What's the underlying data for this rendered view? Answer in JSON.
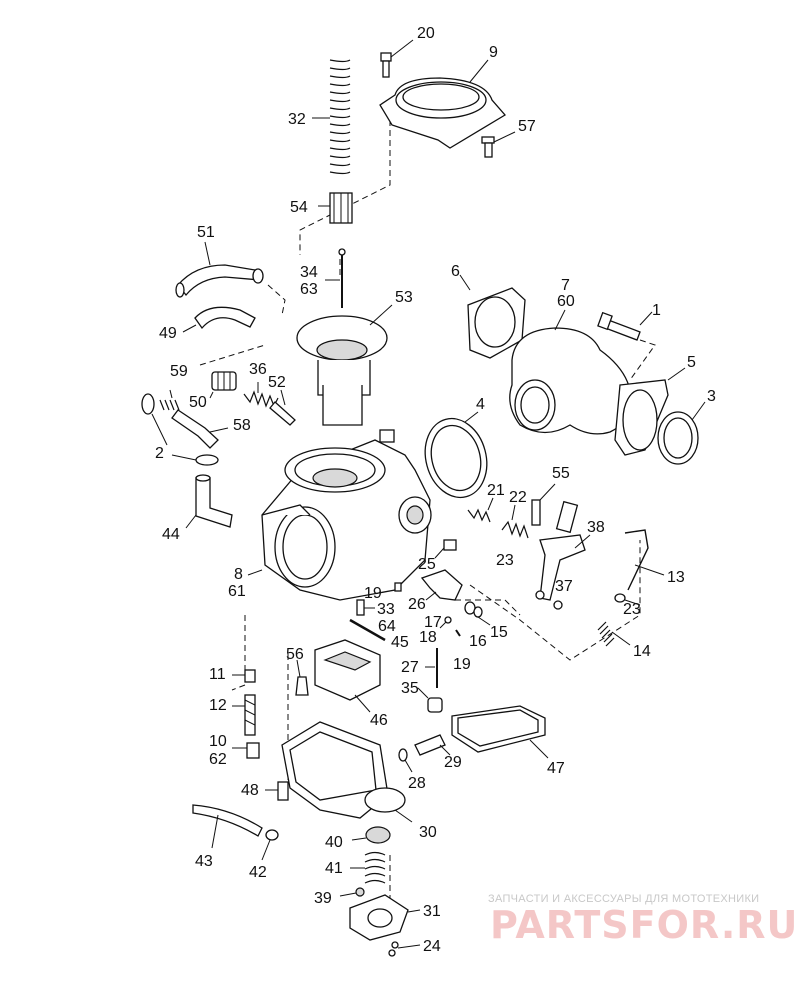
{
  "callouts": [
    {
      "id": "c20",
      "text": "20"
    },
    {
      "id": "c9",
      "text": "9"
    },
    {
      "id": "c32",
      "text": "32"
    },
    {
      "id": "c57",
      "text": "57"
    },
    {
      "id": "c54",
      "text": "54"
    },
    {
      "id": "c51",
      "text": "51"
    },
    {
      "id": "c34",
      "text": "34"
    },
    {
      "id": "c63a",
      "text": "63"
    },
    {
      "id": "c6",
      "text": "6"
    },
    {
      "id": "c7",
      "text": "7"
    },
    {
      "id": "c60",
      "text": "60"
    },
    {
      "id": "c53",
      "text": "53"
    },
    {
      "id": "c1",
      "text": "1"
    },
    {
      "id": "c49",
      "text": "49"
    },
    {
      "id": "c5",
      "text": "5"
    },
    {
      "id": "c59",
      "text": "59"
    },
    {
      "id": "c36",
      "text": "36"
    },
    {
      "id": "c52",
      "text": "52"
    },
    {
      "id": "c50",
      "text": "50"
    },
    {
      "id": "c3",
      "text": "3"
    },
    {
      "id": "c4",
      "text": "4"
    },
    {
      "id": "c58",
      "text": "58"
    },
    {
      "id": "c2",
      "text": "2"
    },
    {
      "id": "c55",
      "text": "55"
    },
    {
      "id": "c21",
      "text": "21"
    },
    {
      "id": "c22",
      "text": "22"
    },
    {
      "id": "c44",
      "text": "44"
    },
    {
      "id": "c38",
      "text": "38"
    },
    {
      "id": "c23a",
      "text": "23"
    },
    {
      "id": "c25",
      "text": "25"
    },
    {
      "id": "c13",
      "text": "13"
    },
    {
      "id": "c8",
      "text": "8"
    },
    {
      "id": "c61",
      "text": "61"
    },
    {
      "id": "c37",
      "text": "37"
    },
    {
      "id": "c19a",
      "text": "19"
    },
    {
      "id": "c26",
      "text": "26"
    },
    {
      "id": "c33",
      "text": "33"
    },
    {
      "id": "c23b",
      "text": "23"
    },
    {
      "id": "c17",
      "text": "17"
    },
    {
      "id": "c64",
      "text": "64"
    },
    {
      "id": "c15",
      "text": "15"
    },
    {
      "id": "c18",
      "text": "18"
    },
    {
      "id": "c16",
      "text": "16"
    },
    {
      "id": "c45",
      "text": "45"
    },
    {
      "id": "c14",
      "text": "14"
    },
    {
      "id": "c19b",
      "text": "19"
    },
    {
      "id": "c56",
      "text": "56"
    },
    {
      "id": "c11",
      "text": "11"
    },
    {
      "id": "c27",
      "text": "27"
    },
    {
      "id": "c35",
      "text": "35"
    },
    {
      "id": "c12",
      "text": "12"
    },
    {
      "id": "c46",
      "text": "46"
    },
    {
      "id": "c10",
      "text": "10"
    },
    {
      "id": "c62",
      "text": "62"
    },
    {
      "id": "c29",
      "text": "29"
    },
    {
      "id": "c47",
      "text": "47"
    },
    {
      "id": "c28",
      "text": "28"
    },
    {
      "id": "c48",
      "text": "48"
    },
    {
      "id": "c30",
      "text": "30"
    },
    {
      "id": "c40",
      "text": "40"
    },
    {
      "id": "c43",
      "text": "43"
    },
    {
      "id": "c41",
      "text": "41"
    },
    {
      "id": "c42",
      "text": "42"
    },
    {
      "id": "c39",
      "text": "39"
    },
    {
      "id": "c31",
      "text": "31"
    },
    {
      "id": "c24",
      "text": "24"
    }
  ],
  "watermark": {
    "tagline": "ЗАПЧАСТИ И АКСЕССУАРЫ ДЛЯ МОТОТЕХНИКИ",
    "logo": "PARTSFOR.RU",
    "colors": {
      "tagline": "#c8c8c8",
      "logo": "#f4c7c7"
    }
  }
}
